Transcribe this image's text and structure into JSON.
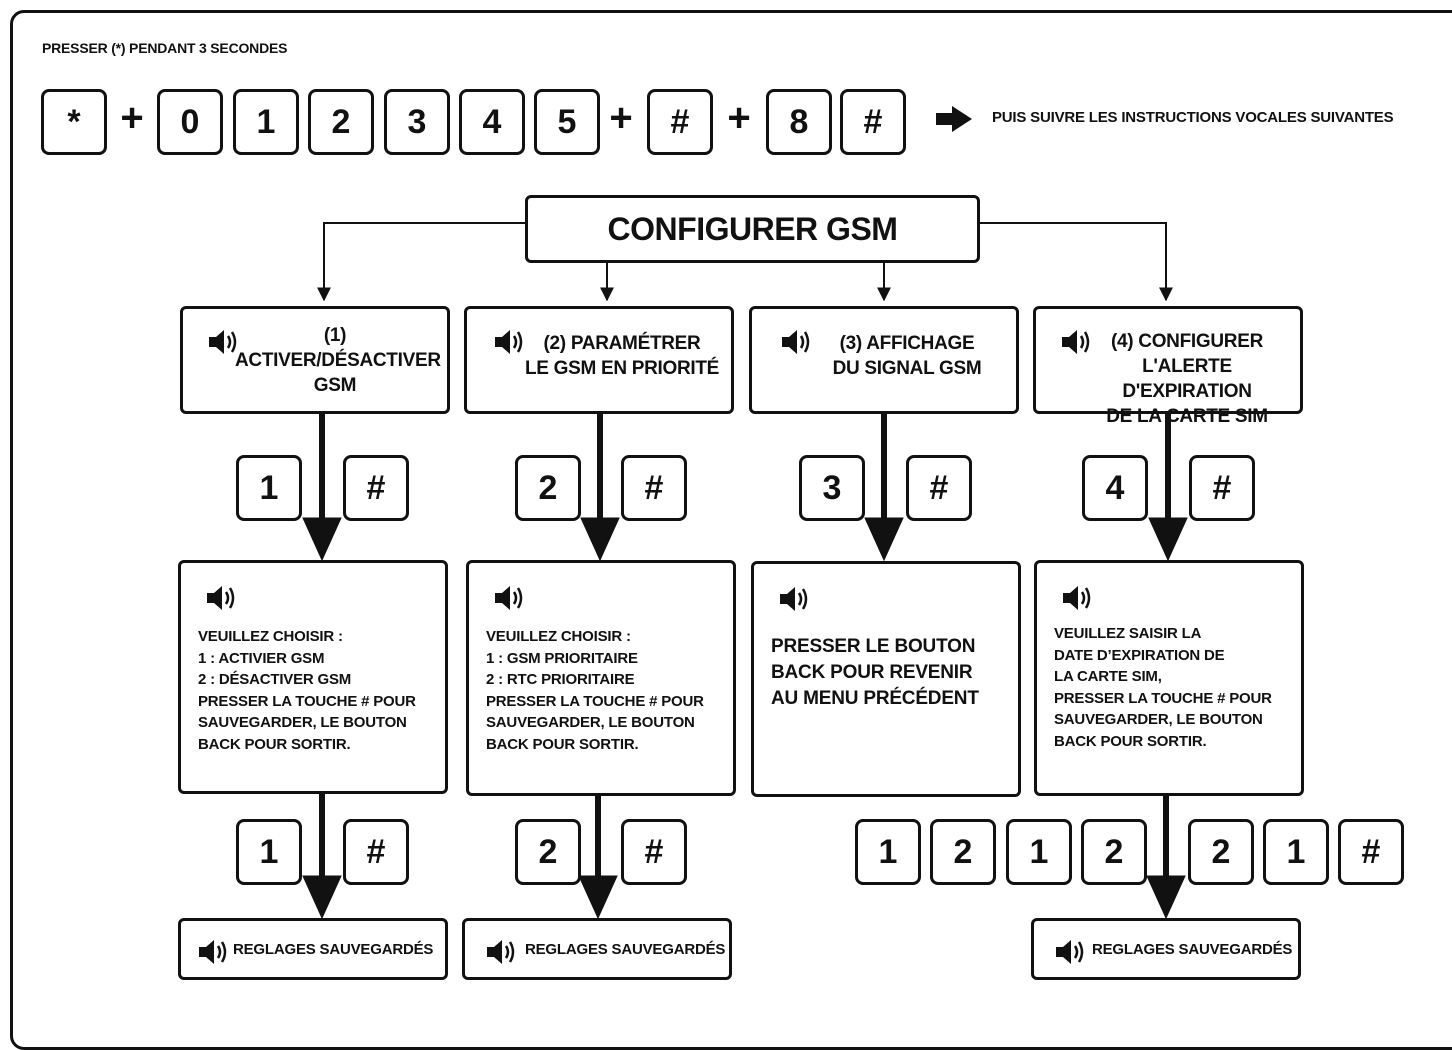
{
  "header": {
    "instruction": "PRESSER (*) PENDANT 3 SECONDES"
  },
  "sequence": {
    "keys": [
      "*",
      "0",
      "1",
      "2",
      "3",
      "4",
      "5",
      "#",
      "8",
      "#"
    ],
    "plus": "+",
    "follow_text": "PUIS SUIVRE LES INSTRUCTIONS VOCALES SUIVANTES"
  },
  "title": "CONFIGURER GSM",
  "options": [
    {
      "lines": [
        "(1)",
        "ACTIVER/DÉSACTIVER",
        "GSM"
      ],
      "keys": [
        "1",
        "#"
      ],
      "message": [
        "VEUILLEZ CHOISIR :",
        "1 : ACTIVIER GSM",
        "2 : DÉSACTIVER GSM",
        "PRESSER LA TOUCHE # POUR",
        "SAUVEGARDER, LE BOUTON",
        "BACK POUR SORTIR."
      ],
      "confirm_keys": [
        "1",
        "#"
      ],
      "result": "REGLAGES SAUVEGARDÉS"
    },
    {
      "lines": [
        "(2) PARAMÉTRER",
        "LE GSM EN PRIORITÉ"
      ],
      "keys": [
        "2",
        "#"
      ],
      "message": [
        "VEUILLEZ CHOISIR :",
        "1 : GSM PRIORITAIRE",
        "2 : RTC PRIORITAIRE",
        "PRESSER LA TOUCHE # POUR",
        "SAUVEGARDER, LE BOUTON",
        "BACK POUR SORTIR."
      ],
      "confirm_keys": [
        "2",
        "#"
      ],
      "result": "REGLAGES SAUVEGARDÉS"
    },
    {
      "lines": [
        "(3) AFFICHAGE",
        "DU SIGNAL GSM"
      ],
      "keys": [
        "3",
        "#"
      ],
      "message": [
        "PRESSER LE BOUTON",
        "BACK POUR REVENIR",
        "AU MENU PRÉCÉDENT"
      ]
    },
    {
      "lines": [
        "(4) CONFIGURER",
        "L'ALERTE D'EXPIRATION",
        "DE LA CARTE SIM"
      ],
      "keys": [
        "4",
        "#"
      ],
      "message": [
        "VEUILLEZ SAISIR LA",
        "DATE D’EXPIRATION DE",
        "LA CARTE SIM,",
        "PRESSER LA TOUCHE # POUR",
        "SAUVEGARDER, LE BOUTON",
        "BACK POUR SORTIR."
      ],
      "confirm_keys": [
        "1",
        "2",
        "1",
        "2",
        "2",
        "1",
        "#"
      ],
      "result": "REGLAGES SAUVEGARDÉS"
    }
  ]
}
